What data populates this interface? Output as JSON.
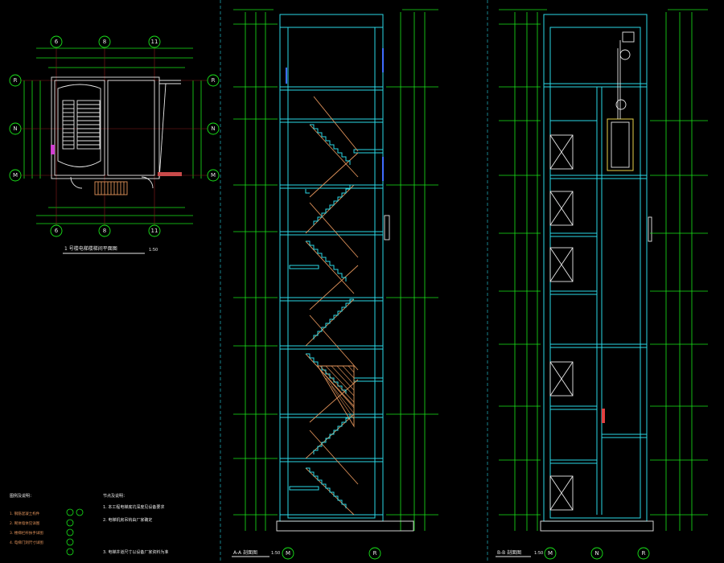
{
  "plan": {
    "title": "1 号楼电梯楼梯间平面图",
    "scale": "1:50",
    "axes_top": [
      "6",
      "8",
      "11"
    ],
    "axes_bottom": [
      "6",
      "8",
      "11"
    ],
    "axes_left": [
      "R",
      "N",
      "M"
    ],
    "axes_right": [
      "R",
      "N",
      "M"
    ]
  },
  "section_aa": {
    "label": "A-A 剖面图",
    "scale": "1:50",
    "axes": [
      "M",
      "R"
    ]
  },
  "section_bb": {
    "label": "B-B 剖面图",
    "scale": "1:50",
    "axes": [
      "M",
      "R"
    ]
  },
  "notes": {
    "legend_title": "图例及说明：",
    "notes_title": "节点及说明：",
    "legend_items": [
      "1. 钢筋混凝土构件",
      "2. 砌体墙体见详图",
      "3. 楼梯栏杆扶手详图",
      "4. 电梯门洞尺寸详图"
    ],
    "note_items": [
      "1. 本工程电梯底坑深度见设备要求",
      "2. 电梯机房吊钩由厂家确定",
      "3. 电梯井道尺寸以设备厂家资料为准"
    ]
  },
  "colors": {
    "dim_lines": "#19e619",
    "walls": "#2ad8e6",
    "stairs": "#e0925a",
    "grid_lines": "#8a1c1c",
    "text": "#e8e8e8"
  }
}
